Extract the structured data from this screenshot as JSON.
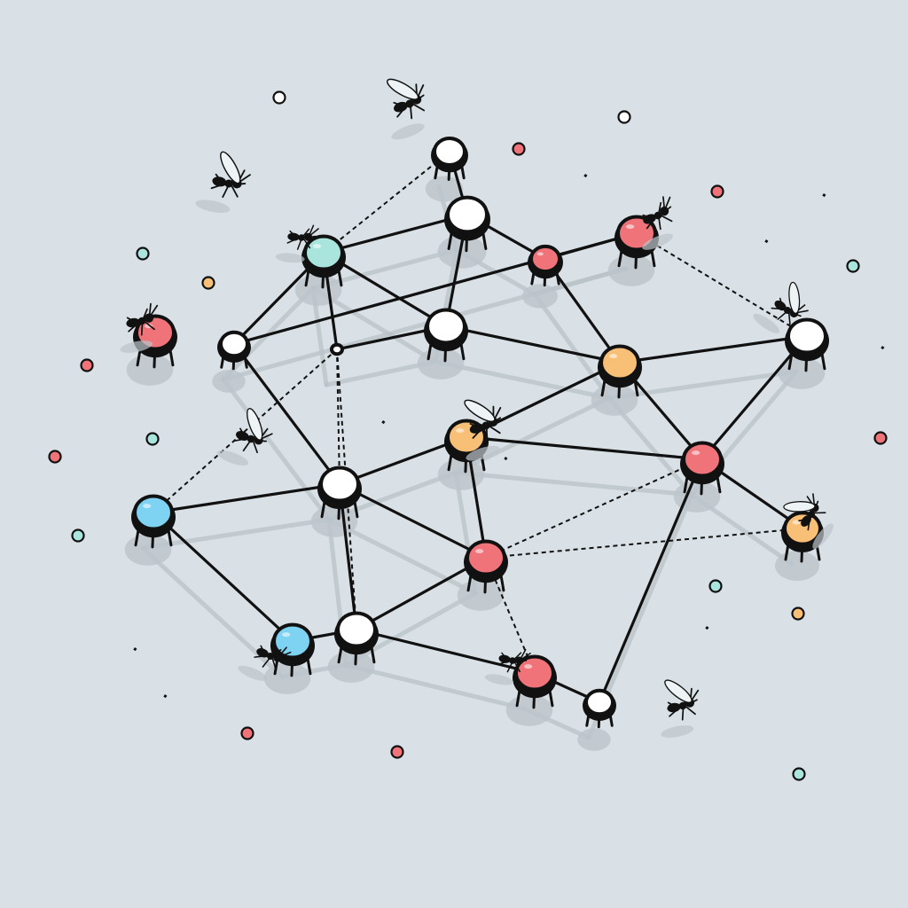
{
  "colors": {
    "background": "#d9e1e6",
    "white": "#ffffff",
    "pink": "#f07379",
    "orange": "#f8bf76",
    "mint": "#a9e5dd",
    "sky": "#7fd3f2",
    "ink": "#111111"
  },
  "nodes": [
    {
      "id": "n1",
      "color": "white"
    },
    {
      "id": "n2",
      "color": "white"
    },
    {
      "id": "n3",
      "color": "mint"
    },
    {
      "id": "n4",
      "color": "pink"
    },
    {
      "id": "n5",
      "color": "pink"
    },
    {
      "id": "n6",
      "color": "pink"
    },
    {
      "id": "n7",
      "color": "white"
    },
    {
      "id": "n8",
      "color": "white"
    },
    {
      "id": "n9",
      "color": "orange"
    },
    {
      "id": "n10",
      "color": "white"
    },
    {
      "id": "n11",
      "color": "orange"
    },
    {
      "id": "n12",
      "color": "white"
    },
    {
      "id": "n13",
      "color": "pink"
    },
    {
      "id": "n14",
      "color": "sky"
    },
    {
      "id": "n15",
      "color": "orange"
    },
    {
      "id": "n16",
      "color": "pink"
    },
    {
      "id": "n17",
      "color": "sky"
    },
    {
      "id": "n18",
      "color": "white"
    },
    {
      "id": "n19",
      "color": "pink"
    },
    {
      "id": "n20",
      "color": "white"
    },
    {
      "id": "j1",
      "color": "white"
    }
  ],
  "edges": [
    [
      "n3",
      "n2"
    ],
    [
      "n2",
      "n1"
    ],
    [
      "n2",
      "n8"
    ],
    [
      "n2",
      "n5"
    ],
    [
      "n3",
      "n7"
    ],
    [
      "n3",
      "n8"
    ],
    [
      "n3",
      "j1"
    ],
    [
      "n5",
      "n6"
    ],
    [
      "n5",
      "n9"
    ],
    [
      "n7",
      "n6"
    ],
    [
      "n7",
      "n12"
    ],
    [
      "n8",
      "j1"
    ],
    [
      "n8",
      "n9"
    ],
    [
      "n9",
      "n10"
    ],
    [
      "n9",
      "n13"
    ],
    [
      "n9",
      "n11"
    ],
    [
      "n10",
      "n13"
    ],
    [
      "n11",
      "n13"
    ],
    [
      "n11",
      "n16"
    ],
    [
      "n12",
      "n11"
    ],
    [
      "n12",
      "n14"
    ],
    [
      "n12",
      "n16"
    ],
    [
      "n12",
      "n18"
    ],
    [
      "n13",
      "n15"
    ],
    [
      "n13",
      "n20"
    ],
    [
      "n14",
      "n17"
    ],
    [
      "n16",
      "n18"
    ],
    [
      "n17",
      "n18"
    ],
    [
      "n18",
      "n19"
    ],
    [
      "n19",
      "n20"
    ]
  ],
  "dashed_edges": [
    [
      "n1",
      "n3"
    ],
    [
      "n6",
      "n10"
    ],
    [
      "j1",
      "n12"
    ],
    [
      "j1",
      "n14"
    ],
    [
      "j1",
      "n18"
    ],
    [
      "n16",
      "n13"
    ],
    [
      "n16",
      "n15"
    ],
    [
      "n16",
      "n19"
    ],
    [
      "n10",
      "n13"
    ]
  ],
  "insects": [
    {
      "kind": "mosquito",
      "label": "flying-insect"
    },
    {
      "kind": "mosquito",
      "label": "flying-insect"
    },
    {
      "kind": "mosquito",
      "label": "flying-insect"
    },
    {
      "kind": "mosquito",
      "label": "flying-insect"
    },
    {
      "kind": "mosquito",
      "label": "flying-insect"
    },
    {
      "kind": "mosquito",
      "label": "flying-insect"
    },
    {
      "kind": "mosquito",
      "label": "flying-insect"
    },
    {
      "kind": "ant",
      "label": "ant"
    },
    {
      "kind": "ant",
      "label": "ant"
    },
    {
      "kind": "ant",
      "label": "ant"
    },
    {
      "kind": "ant",
      "label": "ant"
    },
    {
      "kind": "ant",
      "label": "ant"
    }
  ],
  "dots": [
    {
      "color": "white"
    },
    {
      "color": "pink"
    },
    {
      "color": "pink"
    },
    {
      "color": "mint"
    },
    {
      "color": "orange"
    },
    {
      "color": "mint"
    },
    {
      "color": "pink"
    },
    {
      "color": "mint"
    },
    {
      "color": "pink"
    },
    {
      "color": "mint"
    },
    {
      "color": "pink"
    },
    {
      "color": "mint"
    },
    {
      "color": "orange"
    },
    {
      "color": "pink"
    },
    {
      "color": "pink"
    },
    {
      "color": "mint"
    },
    {
      "color": "white"
    }
  ]
}
